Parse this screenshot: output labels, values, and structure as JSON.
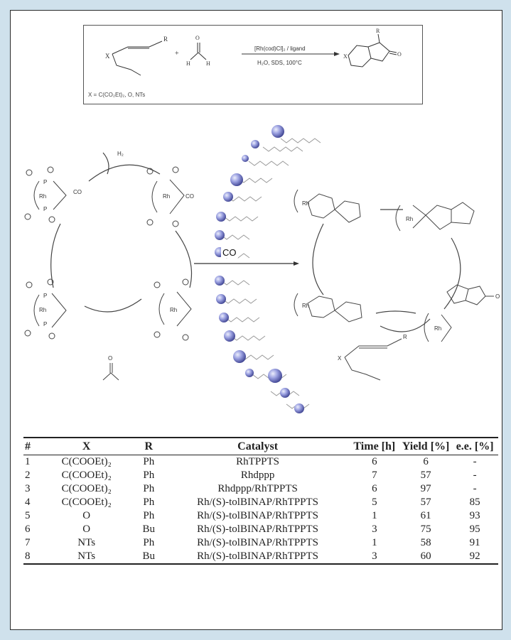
{
  "scheme": {
    "conditions_top": "[Rh(cod)Cl]₂ / ligand",
    "conditions_bottom": "H₂O, SDS, 100°C",
    "substituent_note": "X = C(CO₂Et)₂, O, NTs",
    "labels": {
      "R": "R",
      "X": "X",
      "H": "H",
      "O": "O"
    }
  },
  "cycle": {
    "co_label": "CO",
    "h2_label": "H₂",
    "rh_label": "Rh",
    "p_label": "P"
  },
  "table": {
    "headers": [
      "#",
      "X",
      "R",
      "Catalyst",
      "Time [h]",
      "Yield [%]",
      "e.e. [%]"
    ],
    "rows": [
      [
        "1",
        "C(COOEt)₂",
        "Ph",
        "RhTPPTS",
        "6",
        "6",
        "-"
      ],
      [
        "2",
        "C(COOEt)₂",
        "Ph",
        "Rhdppp",
        "7",
        "57",
        "-"
      ],
      [
        "3",
        "C(COOEt)₂",
        "Ph",
        "Rhdppp/RhTPPTS",
        "6",
        "97",
        "-"
      ],
      [
        "4",
        "C(COOEt)₂",
        "Ph",
        "Rh/(S)-tolBINAP/RhTPPTS",
        "5",
        "57",
        "85"
      ],
      [
        "5",
        "O",
        "Ph",
        "Rh/(S)-tolBINAP/RhTPPTS",
        "1",
        "61",
        "93"
      ],
      [
        "6",
        "O",
        "Bu",
        "Rh/(S)-tolBINAP/RhTPPTS",
        "3",
        "75",
        "95"
      ],
      [
        "7",
        "NTs",
        "Ph",
        "Rh/(S)-tolBINAP/RhTPPTS",
        "1",
        "58",
        "91"
      ],
      [
        "8",
        "NTs",
        "Bu",
        "Rh/(S)-tolBINAP/RhTPPTS",
        "3",
        "60",
        "92"
      ]
    ]
  },
  "colors": {
    "background": "#cfe1ec",
    "micelle_head": "#8a8fd6",
    "frame": "#2a2a2a"
  }
}
